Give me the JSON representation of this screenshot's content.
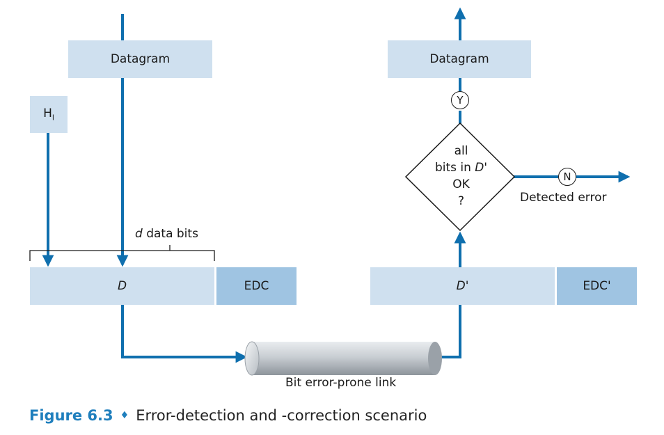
{
  "sender": {
    "datagram": "Datagram",
    "header": {
      "base": "H",
      "sub": "l"
    },
    "data_bits_label": {
      "var": "d",
      "rest": " data bits"
    },
    "d_field": "D",
    "edc_field": "EDC"
  },
  "receiver": {
    "datagram": "Datagram",
    "yes": "Y",
    "no": "N",
    "decision": {
      "line1": "all",
      "line2_pre": "bits in ",
      "line2_var": "D'",
      "line3": "OK",
      "line4": "?"
    },
    "detected_error": "Detected error",
    "d_field": "D'",
    "edc_field": "EDC'"
  },
  "link_label": "Bit error-prone link",
  "caption": {
    "number": "Figure 6.3",
    "diamond": "♦",
    "text": "Error-detection and -correction scenario"
  },
  "colors": {
    "arrow": "#0f6fae",
    "box": "#cfe0ef",
    "box_dark": "#9fc4e2",
    "caption": "#1f7fbd"
  }
}
